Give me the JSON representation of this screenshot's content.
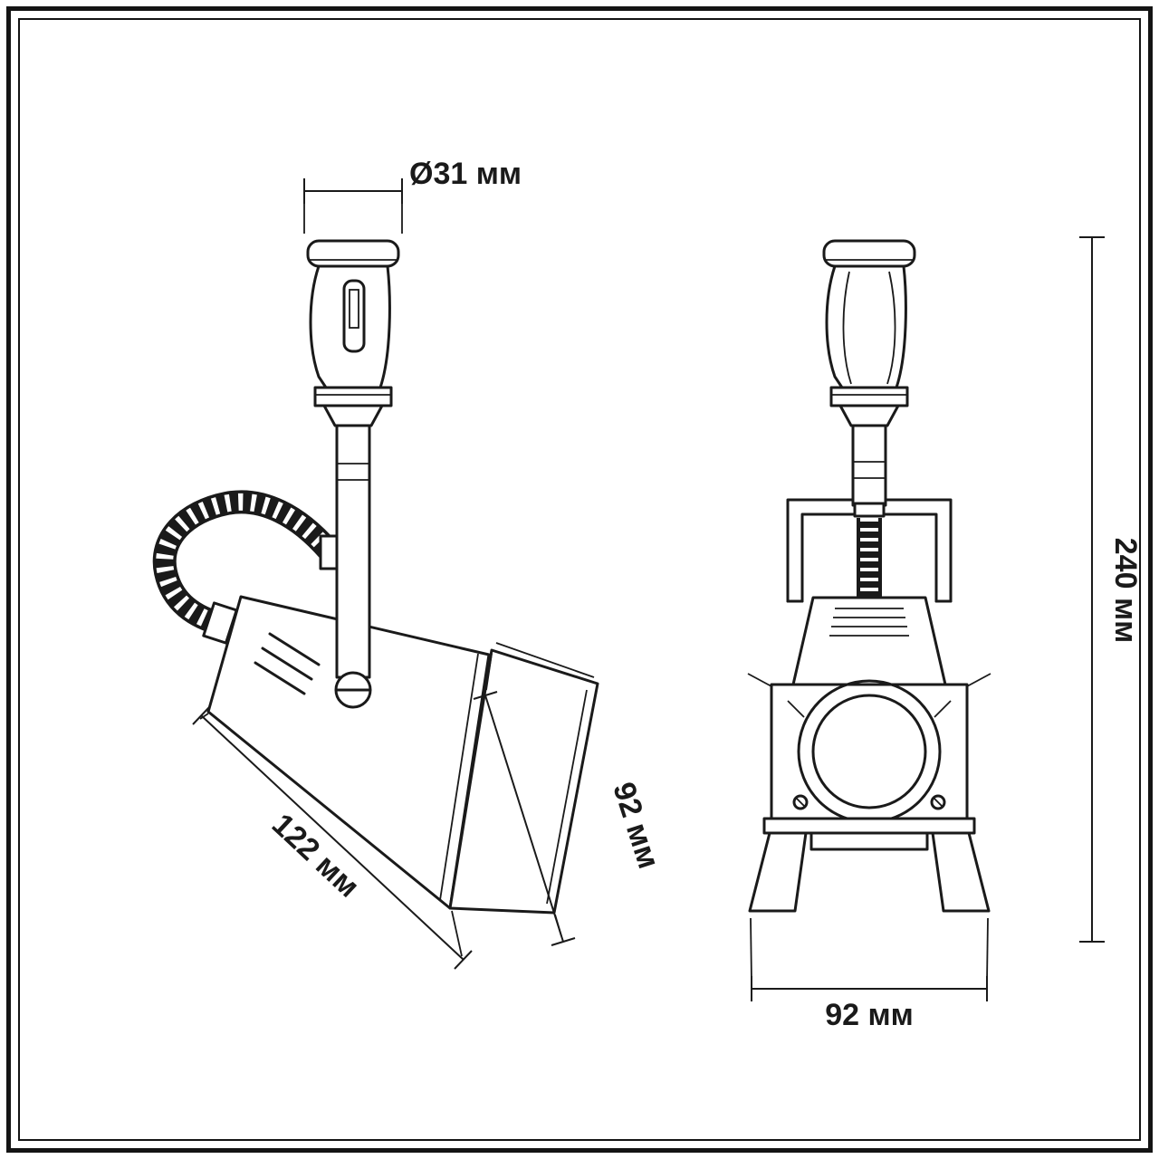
{
  "drawing": {
    "type": "technical-dimension-drawing",
    "subject": "track-spotlight-luminaire",
    "views": {
      "left": "side view",
      "right": "front view"
    },
    "dims": {
      "diameter": "Ø31 мм",
      "length": "122 мм",
      "depth": "92 мм",
      "height": "240 мм",
      "width": "92 мм"
    },
    "colors": {
      "line": "#1a1a1a",
      "background": "#ffffff"
    }
  }
}
